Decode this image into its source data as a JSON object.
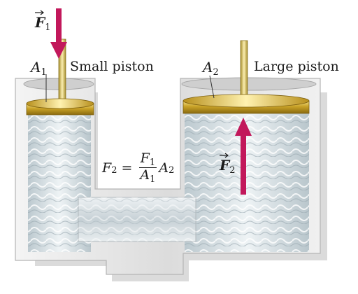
{
  "labels": {
    "small_piston": "Small piston",
    "large_piston": "Large piston",
    "force_in": {
      "symbol": "F",
      "sub": "1"
    },
    "force_out": {
      "symbol": "F",
      "sub": "2"
    },
    "area_small": {
      "symbol": "A",
      "sub": "1"
    },
    "area_large": {
      "symbol": "A",
      "sub": "2"
    },
    "formula": {
      "lhs": "F",
      "lhs_sub": "2",
      "eq": "=",
      "num": "F",
      "num_sub": "1",
      "den": "A",
      "den_sub": "1",
      "mult": "A",
      "mult_sub": "2"
    }
  },
  "colors": {
    "arrow": "#c2185b",
    "piston_gold": "#c9a227",
    "rod": "#d8c26a",
    "fluid": "#d8e2e6",
    "container_wall": "#e4e4e4",
    "container_edge": "#b5b5b5"
  },
  "icons": {
    "force_arrows": "arrow",
    "fluid": "water-texture"
  }
}
